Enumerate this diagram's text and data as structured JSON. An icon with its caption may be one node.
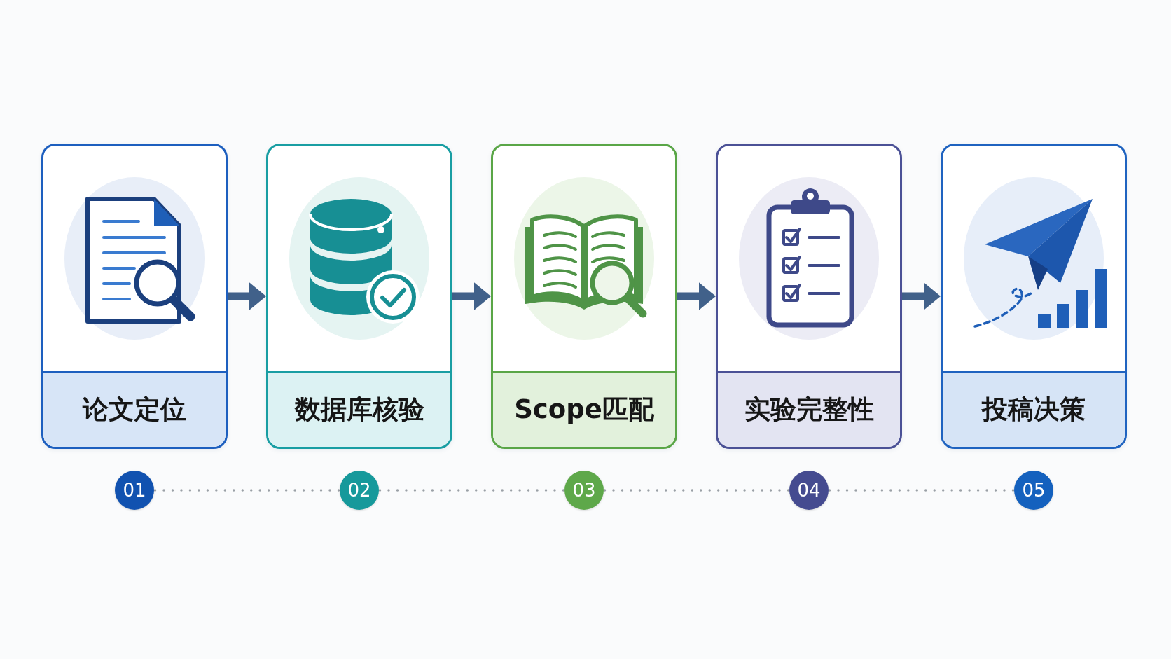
{
  "diagram": {
    "nodes": [
      {
        "text": [
          "论文定位"
        ]
      },
      {
        "text": [
          "数据库核验"
        ]
      },
      {
        "text": [
          "Scope匹配"
        ]
      },
      {
        "text": [
          "实验完整性"
        ]
      },
      {
        "text": [
          "投稿决策"
        ]
      },
      {
        "text": [
          "01"
        ]
      },
      {
        "text": [
          "02"
        ]
      },
      {
        "text": [
          "03"
        ]
      },
      {
        "text": [
          "04"
        ]
      },
      {
        "text": [
          "05"
        ]
      }
    ],
    "edges": [
      {
        "from": 0,
        "to": 1,
        "arrow": "to"
      },
      {
        "from": 1,
        "to": 2,
        "arrow": "to"
      },
      {
        "from": 2,
        "to": 3,
        "arrow": "to"
      },
      {
        "from": 3,
        "to": 4,
        "arrow": "to"
      },
      {
        "from": 5,
        "to": 6,
        "arrow": "none",
        "style": "dashed",
        "color": "#9aa0a6"
      },
      {
        "from": 6,
        "to": 7,
        "arrow": "none",
        "style": "dashed",
        "color": "#9aa0a6"
      },
      {
        "from": 7,
        "to": 8,
        "arrow": "none",
        "style": "dashed",
        "color": "#9aa0a6"
      },
      {
        "from": 8,
        "to": 9,
        "arrow": "none",
        "style": "dashed",
        "color": "#9aa0a6"
      }
    ]
  }
}
